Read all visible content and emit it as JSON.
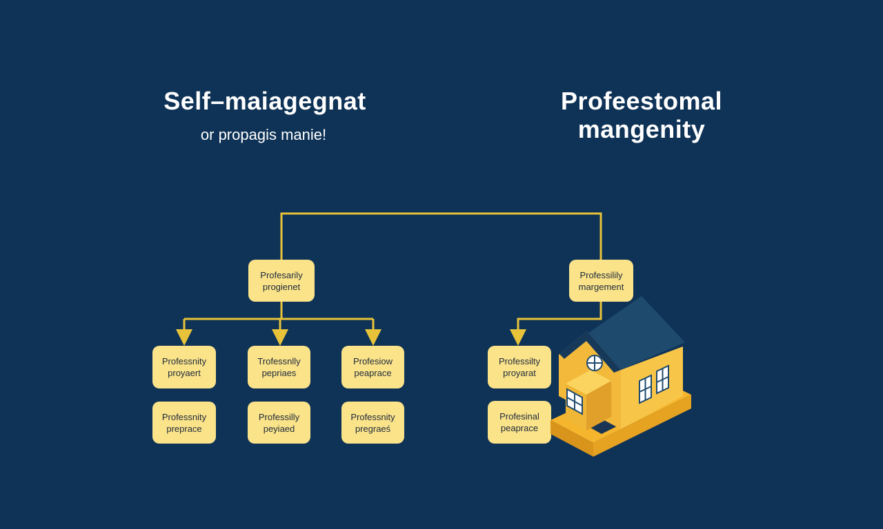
{
  "left": {
    "title": "Self–maiagegnat",
    "subtitle": "or propagis manie!"
  },
  "right": {
    "title_line1": "Profeestomal",
    "title_line2": "mangenity"
  },
  "nodes": {
    "left_root": {
      "line1": "Profesarily",
      "line2": "progienet"
    },
    "right_root": {
      "line1": "Professilily",
      "line2": "margement"
    },
    "l_r1c1": {
      "line1": "Professnity",
      "line2": "proyaert"
    },
    "l_r1c2": {
      "line1": "Trofessnlly",
      "line2": "pepriaes"
    },
    "l_r1c3": {
      "line1": "Profesiow",
      "line2": "peaprace"
    },
    "l_r2c1": {
      "line1": "Professnity",
      "line2": "preprace"
    },
    "l_r2c2": {
      "line1": "Professilly",
      "line2": "peyiaed"
    },
    "l_r2c3": {
      "line1": "Professnity",
      "line2": "pregraeś"
    },
    "r_r1": {
      "line1": "Professilty",
      "line2": "proyarat"
    },
    "r_r2": {
      "line1": "Profesinal",
      "line2": "peaprace"
    }
  },
  "colors": {
    "background": "#0f3357",
    "node_fill": "#fbe38a",
    "connector": "#e8c33a",
    "house_wall": "#f7c548",
    "house_roof": "#1e4a6e"
  },
  "icons": {
    "house": "house-icon"
  }
}
